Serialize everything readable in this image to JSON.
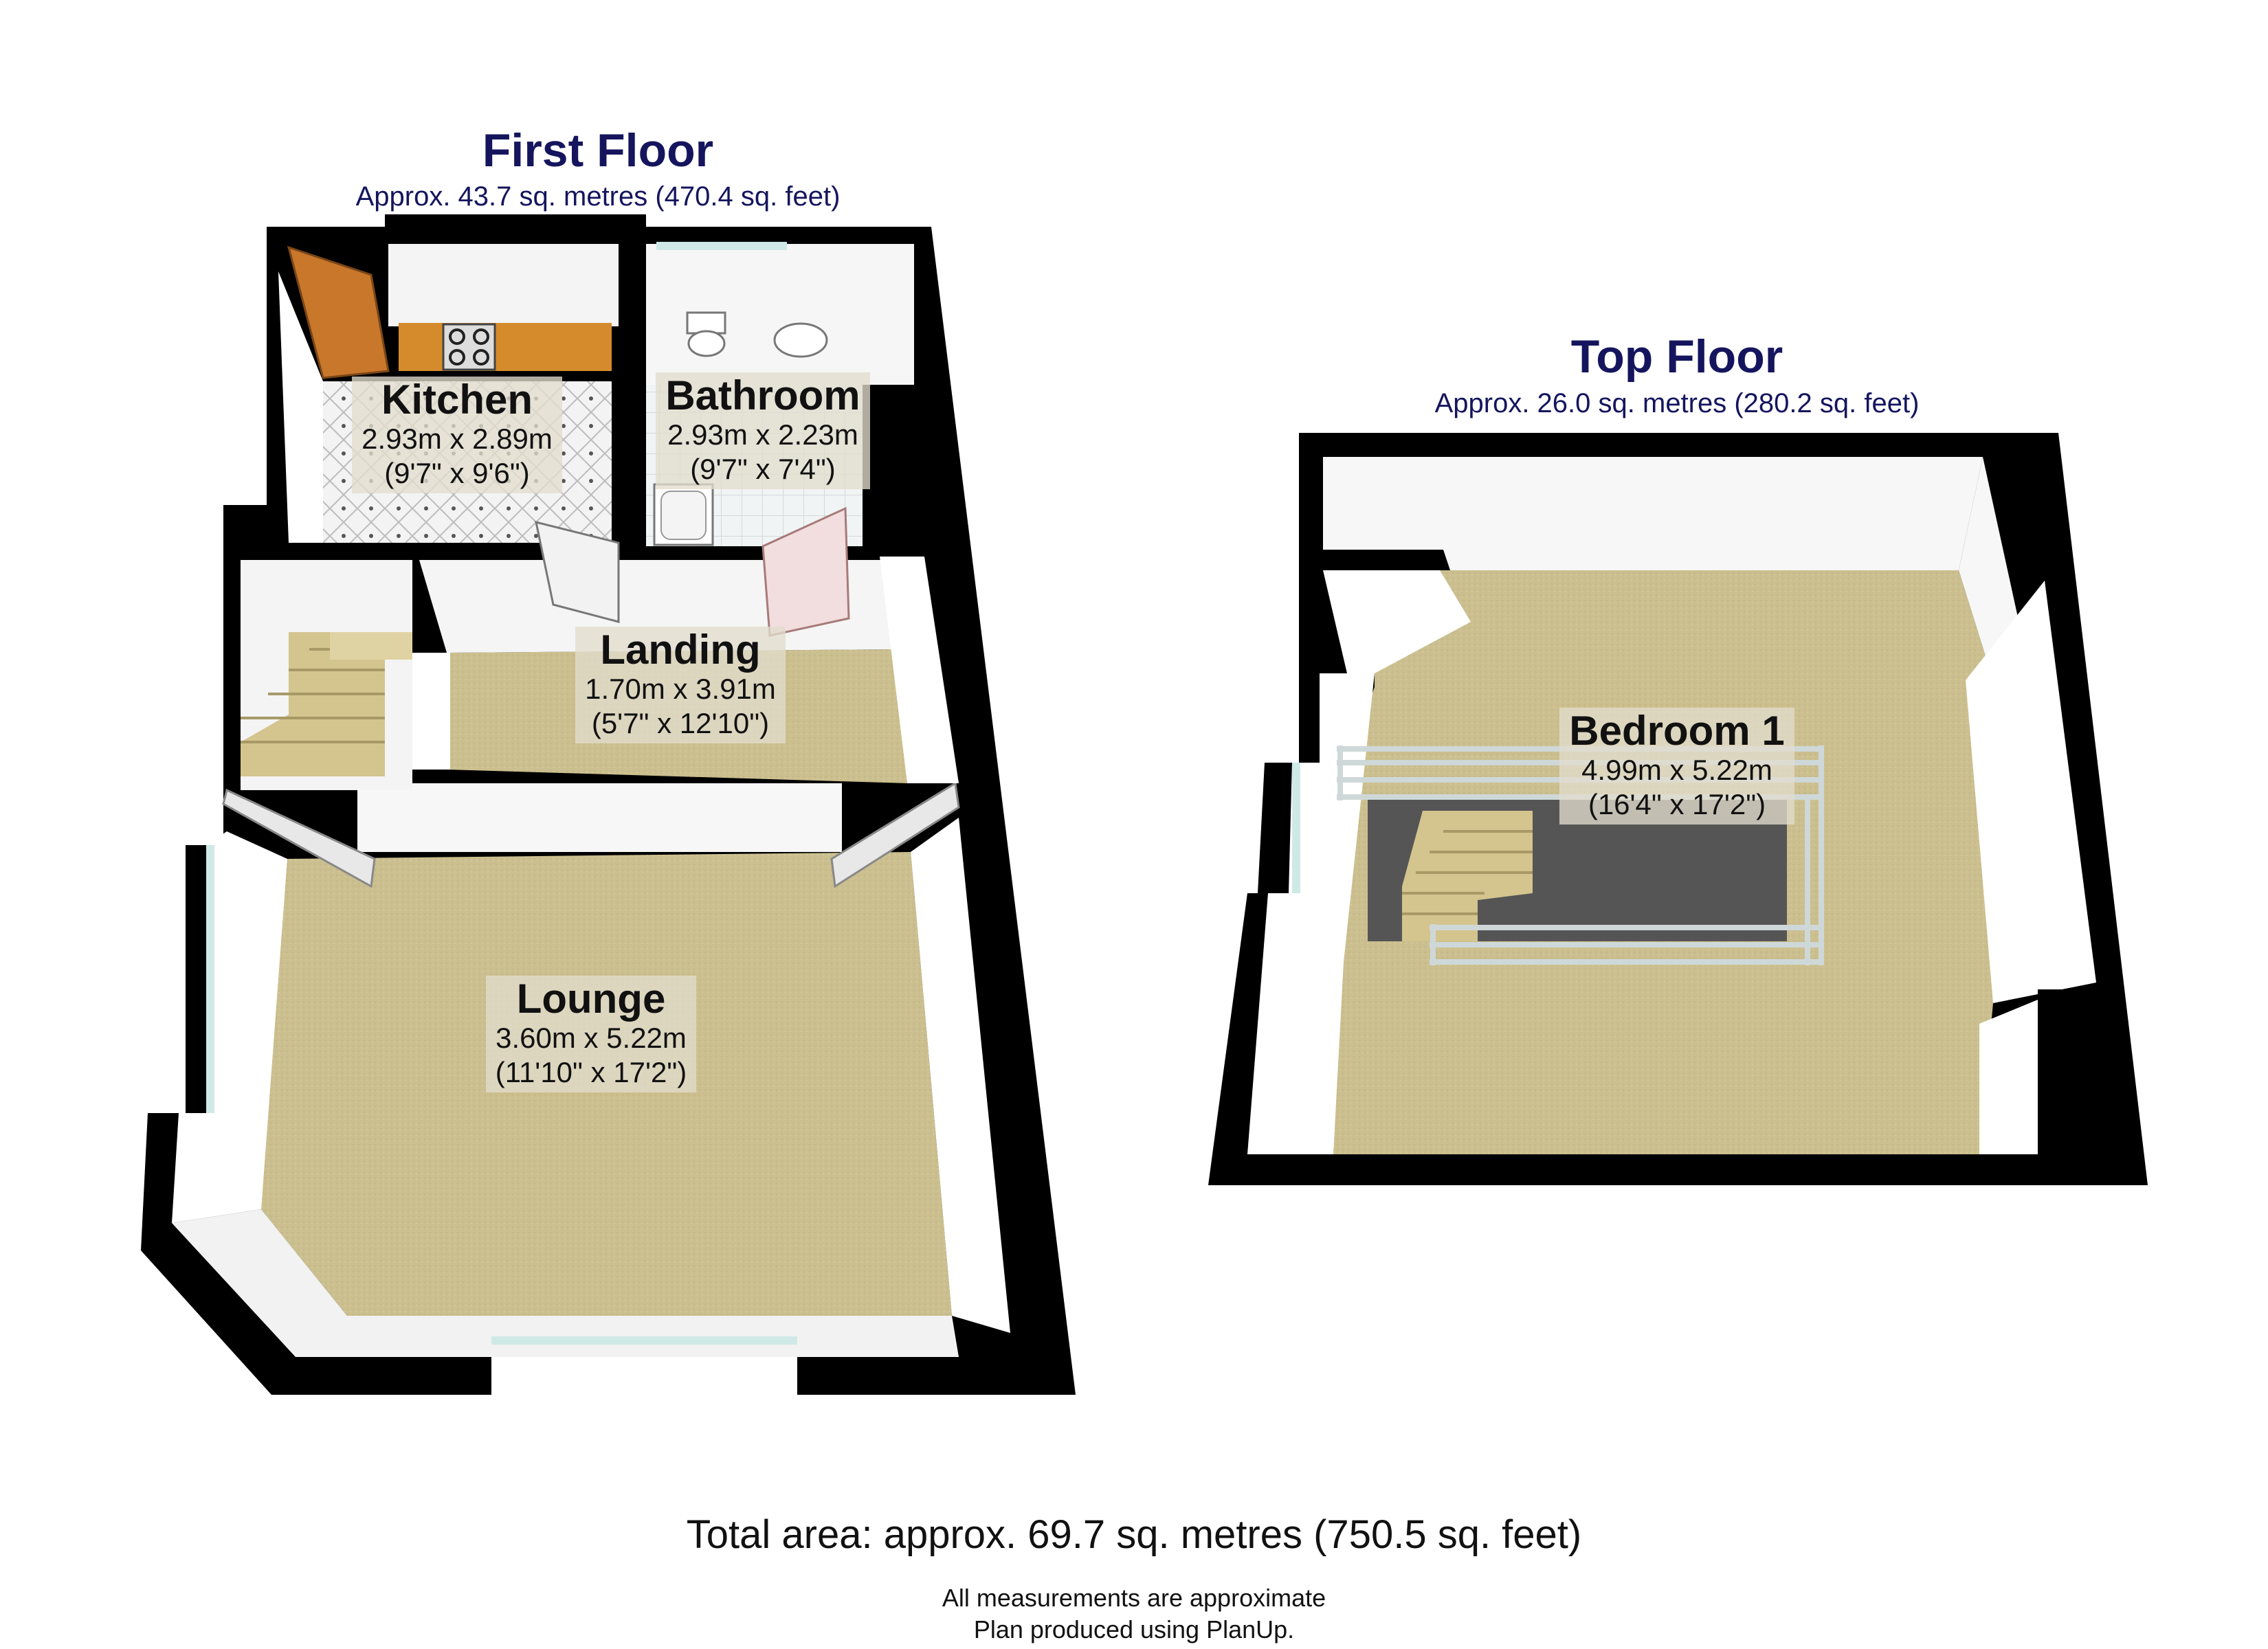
{
  "first_floor": {
    "title": "First Floor",
    "area": "Approx. 43.7 sq. metres (470.4 sq. feet)"
  },
  "top_floor": {
    "title": "Top Floor",
    "area": "Approx. 26.0 sq. metres (280.2 sq. feet)"
  },
  "rooms": {
    "kitchen": {
      "name": "Kitchen",
      "metric": "2.93m x 2.89m",
      "imperial": "(9'7\" x 9'6\")"
    },
    "bathroom": {
      "name": "Bathroom",
      "metric": "2.93m x 2.23m",
      "imperial": "(9'7\" x 7'4\")"
    },
    "landing": {
      "name": "Landing",
      "metric": "1.70m x 3.91m",
      "imperial": "(5'7\" x 12'10\")"
    },
    "lounge": {
      "name": "Lounge",
      "metric": "3.60m x 5.22m",
      "imperial": "(11'10\" x 17'2\")"
    },
    "bedroom1": {
      "name": "Bedroom 1",
      "metric": "4.99m x 5.22m",
      "imperial": "(16'4\" x 17'2\")"
    }
  },
  "footer": {
    "total": "Total area: approx. 69.7 sq. metres (750.5 sq. feet)",
    "note_1": "All measurements are approximate",
    "note_2": "Plan produced using PlanUp."
  },
  "colors": {
    "title": "#15155e",
    "wall": "#000000",
    "carpet": "#cbbf8f",
    "window": "#cfe9e7",
    "stairs": "#d4c48e",
    "stairwell": "#555555"
  }
}
